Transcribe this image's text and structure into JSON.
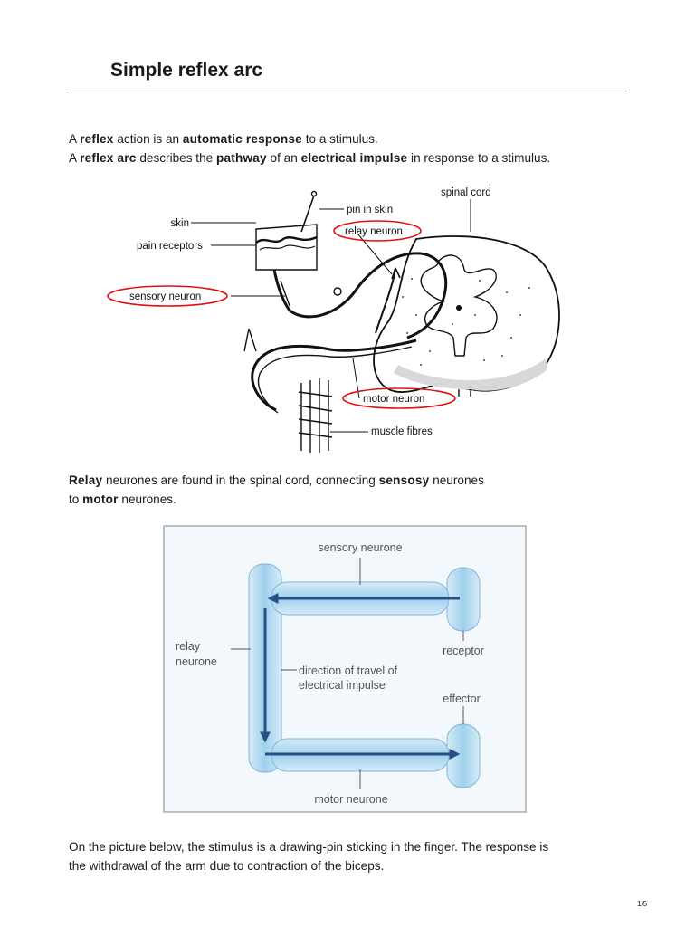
{
  "title": "Simple reflex arc",
  "intro": {
    "line1": [
      "A ",
      "reflex",
      " action is an ",
      "automatic response",
      " to a stimulus."
    ],
    "line2": [
      "A ",
      "reflex arc",
      " describes the ",
      "pathway",
      " of an ",
      "electrical impulse",
      " in response to a stimulus."
    ]
  },
  "diagram1": {
    "labels": {
      "spinal_cord": "spinal cord",
      "pin_in_skin": "pin in skin",
      "skin": "skin",
      "relay_neuron": "relay neuron",
      "pain_receptors": "pain receptors",
      "sensory_neuron": "sensory neuron",
      "motor_neuron": "motor neuron",
      "muscle_fibres": "muscle fibres"
    },
    "highlight_color": "#e01010"
  },
  "relay_para": {
    "line1": [
      "Relay",
      " neurones are found in the spinal cord, connecting ",
      "sensosy",
      " neurones"
    ],
    "line2": [
      "to ",
      "motor",
      " neurones."
    ]
  },
  "diagram2": {
    "labels": {
      "sensory_neurone": "sensory neurone",
      "relay_neurone_1": "relay",
      "relay_neurone_2": "neurone",
      "receptor": "receptor",
      "direction_1": "direction of travel of",
      "direction_2": "electrical impulse",
      "effector": "effector",
      "motor_neurone": "motor neurone"
    },
    "cell_color": "#a9d7ef",
    "arrow_color": "#2a4f86"
  },
  "closing": {
    "line1": "On the picture below, the stimulus is a drawing-pin sticking in the finger. The response is",
    "line2": "the withdrawal of the arm due to contraction of the biceps."
  },
  "page_number": "1/5"
}
